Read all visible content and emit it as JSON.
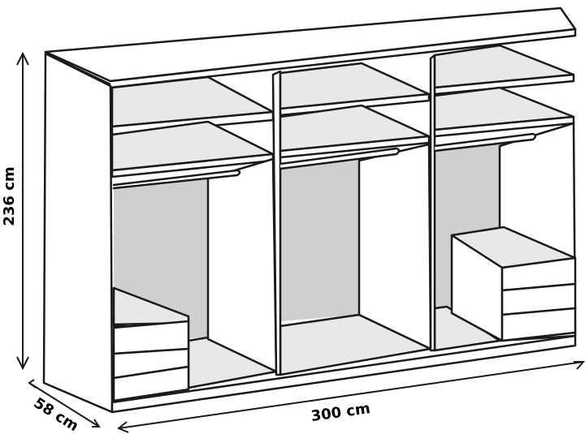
{
  "dimensions": {
    "height": "236 cm",
    "depth": "58 cm",
    "width": "300 cm"
  },
  "colors": {
    "line": "#1a1a1a",
    "panel": "#ffffff",
    "shelf": "#e8e8e8",
    "back": "#cfcfcf",
    "shadow": "#bdbdbd"
  }
}
